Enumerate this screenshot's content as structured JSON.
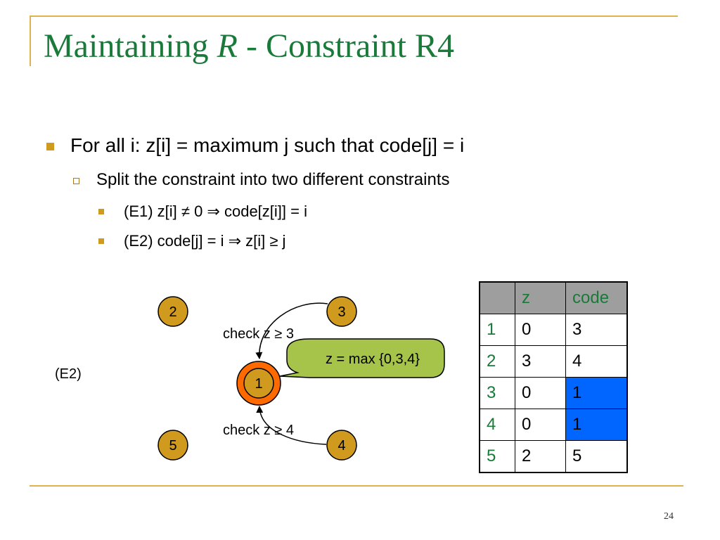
{
  "slide": {
    "title_prefix": "Maintaining ",
    "title_symbol": "R",
    "title_suffix": " - Constraint R4",
    "page_number": "24"
  },
  "bullets": {
    "level1": "For all i: z[i] = maximum j such that code[j] = i",
    "level2": "Split the constraint into two different constraints",
    "e1": "(E1) z[i] ≠ 0  ⇒ code[z[i]] = i",
    "e2": "(E2) code[j] = i ⇒ z[i] ≥ j"
  },
  "diagram": {
    "case_label": "(E2)",
    "nodes": [
      "1",
      "2",
      "3",
      "4",
      "5"
    ],
    "check_top": "check z ≥ 3",
    "check_bottom": "check z ≥ 4",
    "callout": "z = max {0,3,4}",
    "colors": {
      "node_fill": "#D09A1E",
      "active_ring": "#FF6A00",
      "callout_fill": "#A6C34A",
      "highlight": "#0066FF",
      "header_fill": "#9E9E9E",
      "text_green": "#1A7A3A",
      "rule_gold": "#E0B24E"
    }
  },
  "table": {
    "headers": [
      "",
      "z",
      "code"
    ],
    "rows": [
      {
        "i": "1",
        "z": "0",
        "code": "3",
        "highlight": false
      },
      {
        "i": "2",
        "z": "3",
        "code": "4",
        "highlight": false
      },
      {
        "i": "3",
        "z": "0",
        "code": "1",
        "highlight": true
      },
      {
        "i": "4",
        "z": "0",
        "code": "1",
        "highlight": true
      },
      {
        "i": "5",
        "z": "2",
        "code": "5",
        "highlight": false
      }
    ]
  }
}
